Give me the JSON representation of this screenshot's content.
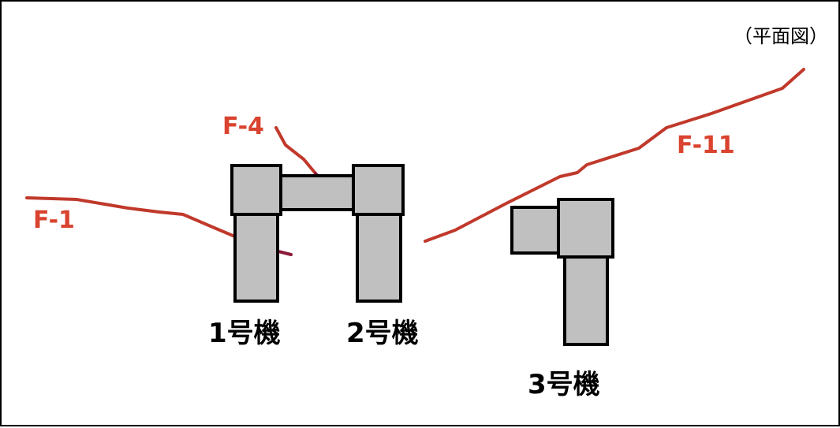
{
  "view_label": "（平面図）",
  "faults": [
    {
      "id": "f1",
      "label": "F-1"
    },
    {
      "id": "f4",
      "label": "F-4"
    },
    {
      "id": "f11",
      "label": "F-11"
    }
  ],
  "units": [
    {
      "id": "unit1",
      "label": "1号機"
    },
    {
      "id": "unit2",
      "label": "2号機"
    },
    {
      "id": "unit3",
      "label": "3号機"
    }
  ],
  "colors": {
    "fault_line": "#c0392b",
    "fault_line_under_building": "#8b1a3a",
    "fault_label": "#d9432f",
    "building_fill": "#c0c0c0",
    "building_stroke": "#000000",
    "frame": "#000000"
  }
}
